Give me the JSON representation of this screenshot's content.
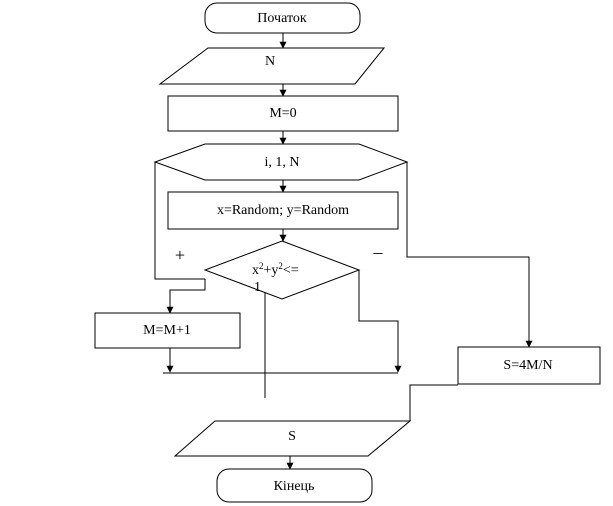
{
  "flowchart": {
    "start_label": "Початок",
    "input_label": "N",
    "init_label": "M=0",
    "loop_label": "i, 1, N",
    "assign_label": "x=Random; y=Random",
    "condition": {
      "x_var": "x",
      "x_exp": "2",
      "plus": "+",
      "y_var": "y",
      "y_exp": "2",
      "rel": "<=",
      "rhs": "1"
    },
    "increment_label": "M=M+1",
    "result_label": "S=4M/N",
    "output_label": "S",
    "end_label": "Кінець",
    "branch_yes": "+",
    "branch_no": "–"
  }
}
